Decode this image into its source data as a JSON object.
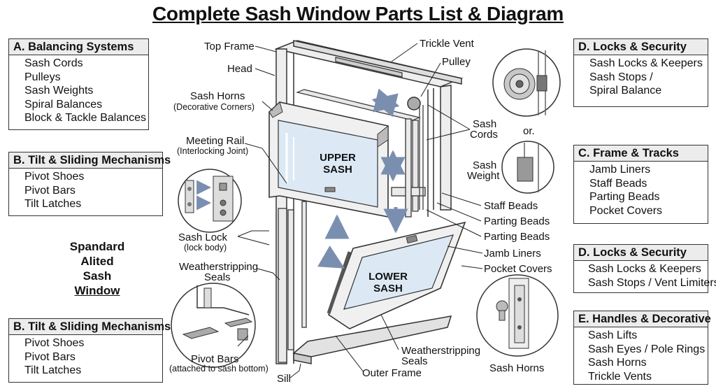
{
  "title": "Complete Sash Window Parts List & Diagram",
  "boxes": {
    "balancing": {
      "header": "A. Balancing Systems",
      "items": [
        "Sash Cords",
        "Pulleys",
        "Sash Weights",
        "Spiral Balances",
        "Block & Tackle Balances"
      ]
    },
    "tilt_top": {
      "header": "B. Tilt & Sliding Mechanisms",
      "items": [
        "Pivot Shoes",
        "Pivot Bars",
        "Tilt Latches"
      ]
    },
    "tilt_bottom": {
      "header": "B. Tilt & Sliding Mechanisms",
      "items": [
        "Pivot Shoes",
        "Pivot Bars",
        "Tilt Latches"
      ]
    },
    "locks_top": {
      "header": "D.  Locks & Security",
      "items": [
        "Sash Locks & Keepers",
        "Sash Stops /",
        "Spiral Balance"
      ]
    },
    "frame": {
      "header": "C. Frame & Tracks",
      "items": [
        "Jamb Liners",
        "Staff Beads",
        "Parting Beads",
        "Pocket Covers"
      ]
    },
    "locks_mid": {
      "header": "D. Locks & Security",
      "items": [
        "Sash Locks & Keepers",
        "Sash Stops / Vent Limiters"
      ]
    },
    "handles": {
      "header": "E. Handles & Decorative",
      "items": [
        "Sash Lifts",
        "Sash Eyes / Pole Rings",
        "Sash Horns",
        "Trickle Vents"
      ]
    }
  },
  "side_title": [
    "Spandard",
    "Alited",
    "Sash",
    "Window"
  ],
  "labels": {
    "top_frame": "Top Frame",
    "head": "Head",
    "sash_horns": "Sash Horns",
    "sash_horns_sub": "(Decorative Corners)",
    "meeting_rail": "Meeting Rail",
    "meeting_rail_sub": "(Interlocking Joint)",
    "sash_lock": "Sash Lock",
    "sash_lock_sub": "(lock body)",
    "weatherstripping_left_1": "Weatherstripping",
    "weatherstripping_left_2": "Seals",
    "pivot_bars": "Pivot Bars",
    "pivot_bars_sub": "(attached to sash bottom)",
    "sill": "Sill",
    "outer_frame": "Outer Frame",
    "weatherstripping_bottom_1": "Weatherstripping",
    "weatherstripping_bottom_2": "Seals",
    "sash_horns_bottom": "Sash Horns",
    "trickle_vent": "Trickle Vent",
    "pulley": "Pulley",
    "sash_cords_1": "Sash",
    "sash_cords_2": "Cords",
    "or": "or.",
    "sash_weight_1": "Sash",
    "sash_weight_2": "Weight",
    "staff_beads": "Staff Beads",
    "parting_beads_1": "Parting Beads",
    "parting_beads_2": "Parting Beads",
    "jamb_liners": "Jamb Liners",
    "pocket_covers": "Pocket Covers",
    "upper_sash_1": "UPPER",
    "upper_sash_2": "SASH",
    "lower_sash_1": "LOWER",
    "lower_sash_2": "SASH"
  }
}
